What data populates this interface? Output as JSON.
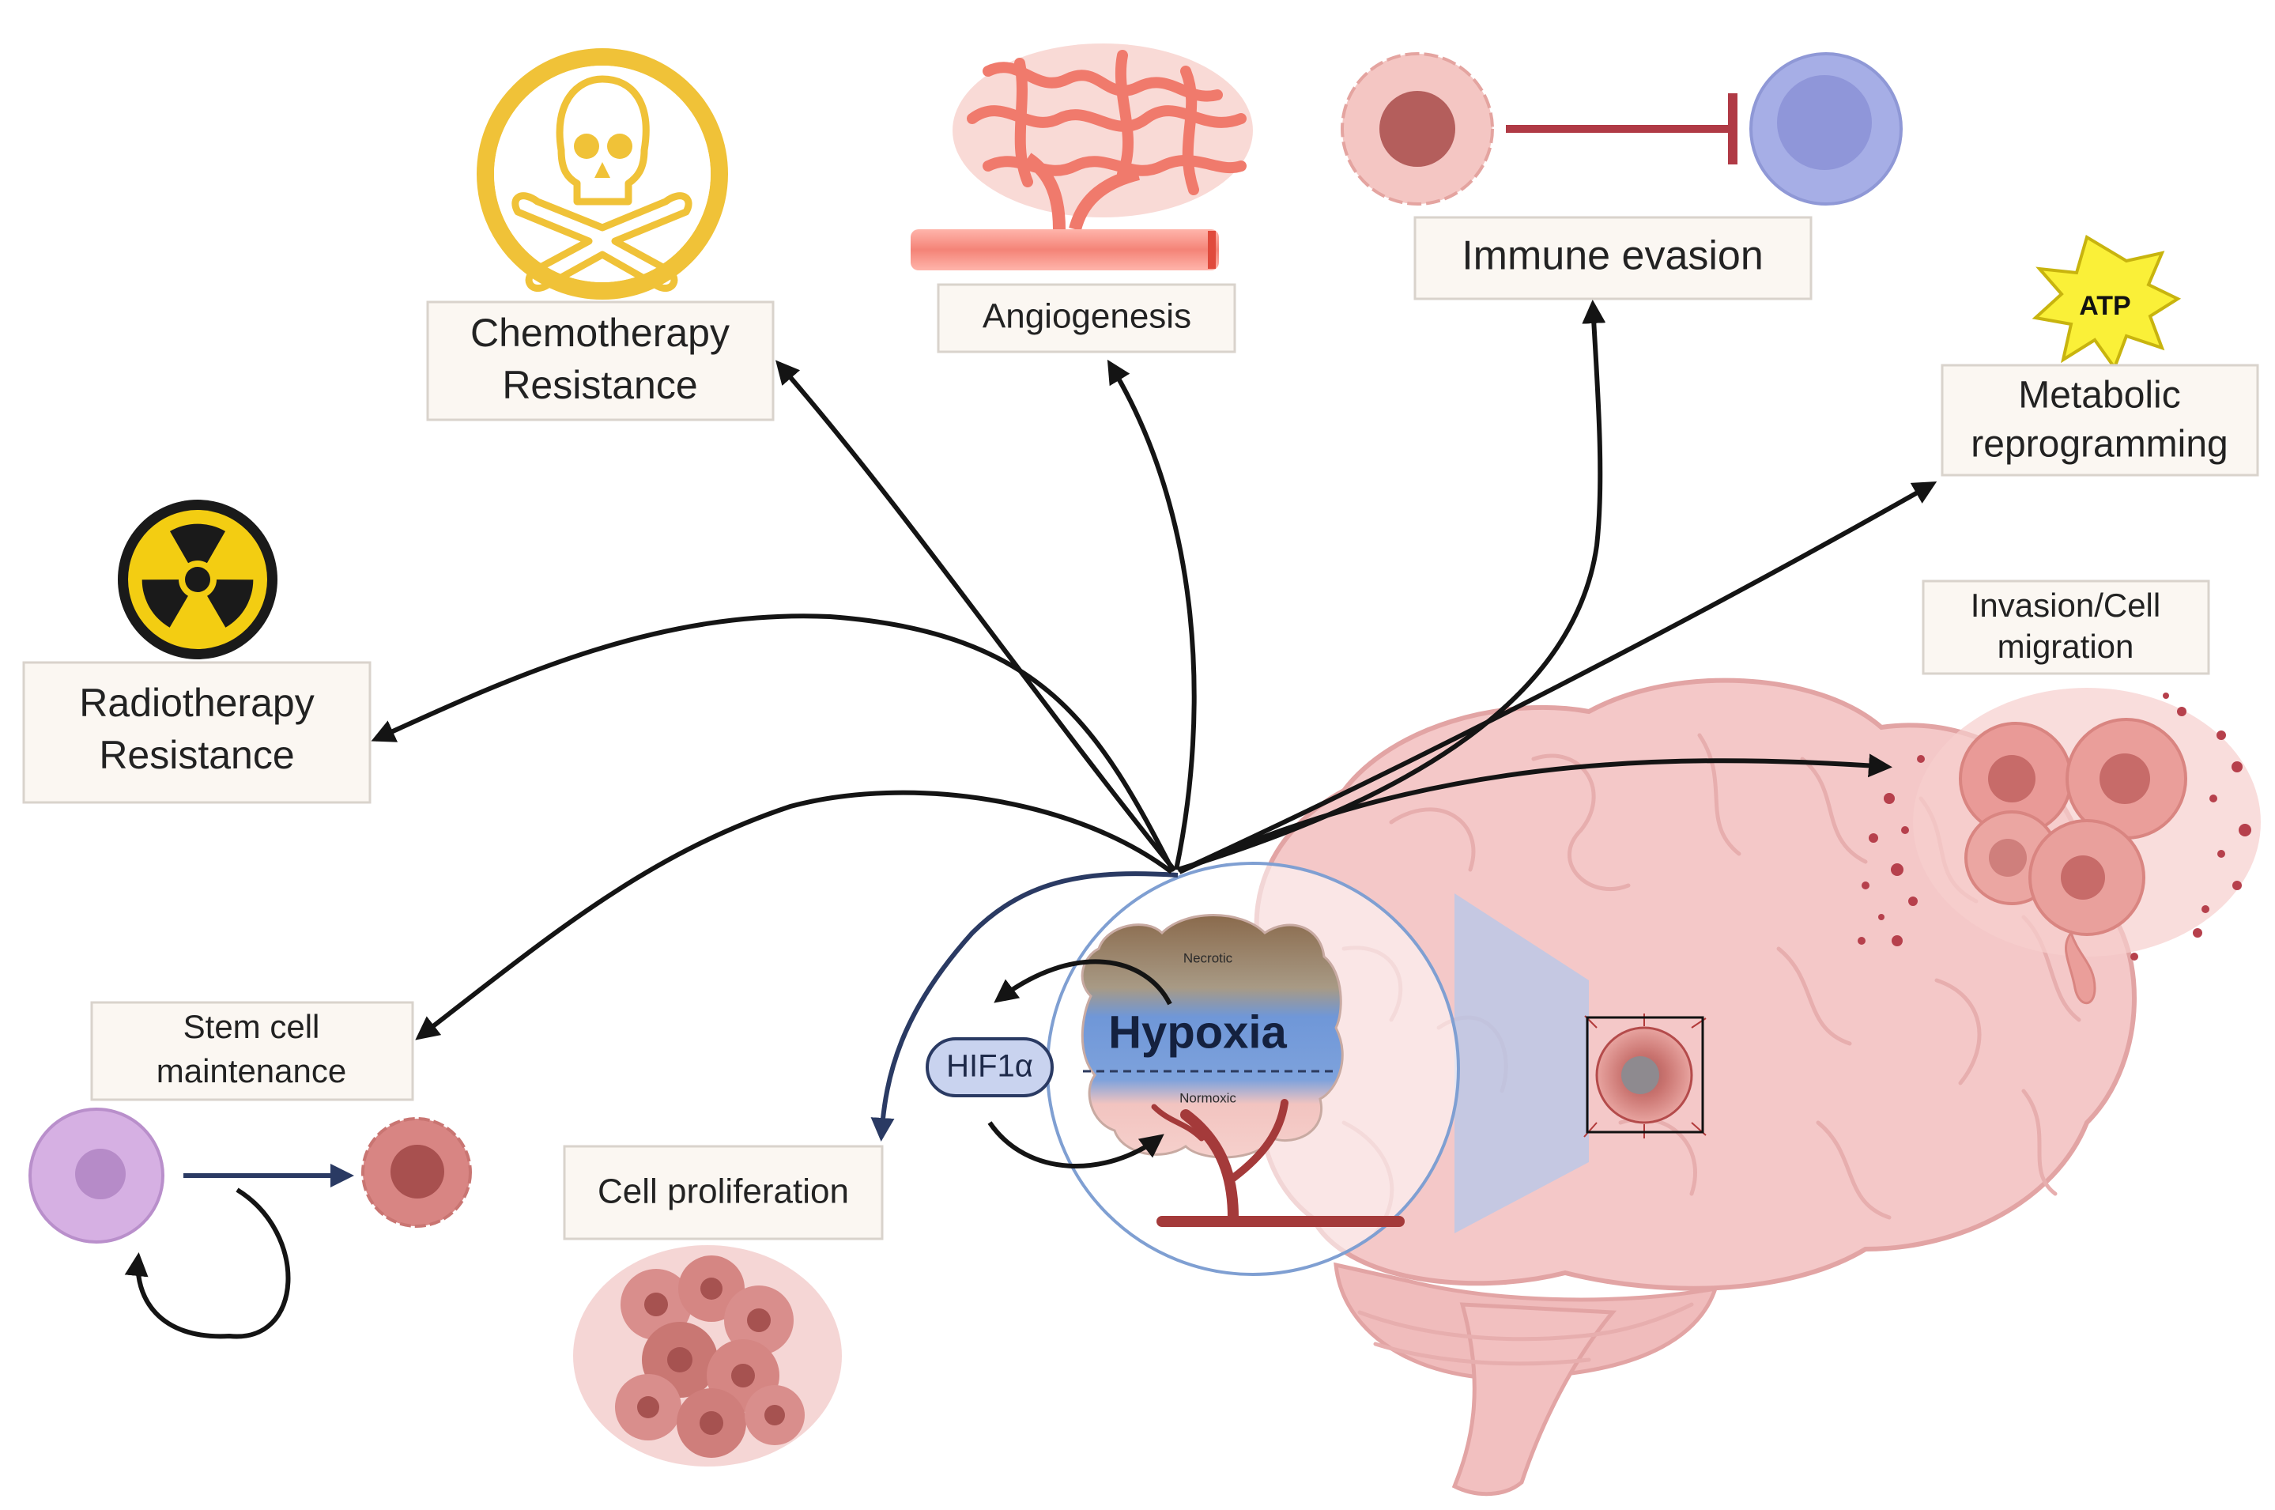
{
  "labels": {
    "chemotherapy_line1": "Chemotherapy",
    "chemotherapy_line2": "Resistance",
    "angiogenesis": "Angiogenesis",
    "immune_evasion": "Immune evasion",
    "metabolic_line1": "Metabolic",
    "metabolic_line2": "reprogramming",
    "atp": "ATP",
    "radiotherapy_line1": "Radiotherapy",
    "radiotherapy_line2": "Resistance",
    "invasion_line1": "Invasion/Cell",
    "invasion_line2": "migration",
    "stem_line1": "Stem cell",
    "stem_line2": "maintenance",
    "cell_proliferation": "Cell proliferation",
    "hif1a": "HIF1α",
    "hypoxia": "Hypoxia",
    "necrotic": "Necrotic",
    "normoxic": "Normoxic"
  },
  "colors": {
    "chemo_yellow": "#f0c238",
    "radiation_yellow": "#f3cd12",
    "vessel_red": "#e8625a",
    "immune_blue": "#a6aee6",
    "tumor_pink": "#e89b98",
    "brain_pink": "#f4c8c8",
    "hypoxia_blue": "#6f97d8",
    "necrotic_brown": "#8a6a4c",
    "stem_purple": "#d6b0e3",
    "hif_box": "#c9d3ef",
    "arrow_black": "#141414",
    "arrow_navy": "#2a3a63"
  }
}
